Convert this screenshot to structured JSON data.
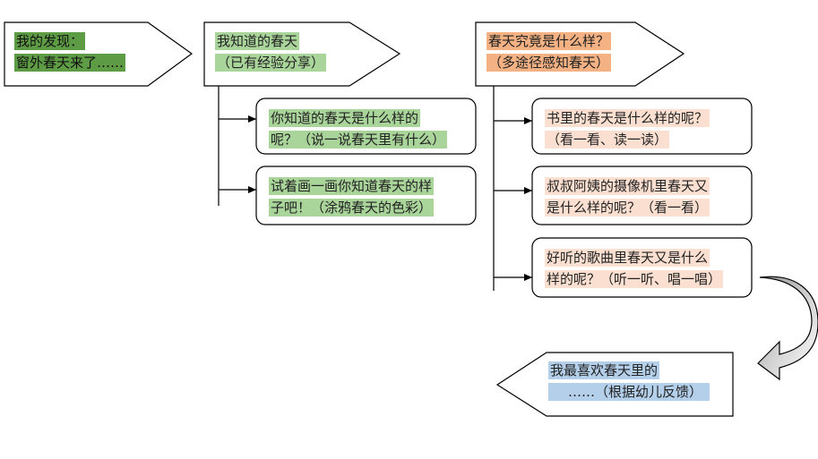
{
  "nodes": {
    "discovery": {
      "line1": "我的发现：",
      "line2": "窗外春天来了……"
    },
    "known_spring": {
      "line1": "我知道的春天",
      "line2": "（已有经验分享）"
    },
    "what_spring": {
      "line1": "春天究竟是什么样？",
      "line2": "（多途径感知春天）"
    },
    "known_q1": {
      "line1": "你知道的春天是什么样的",
      "line2": "呢？（说一说春天里有什么）"
    },
    "known_q2": {
      "line1": "试着画一画你知道春天的样",
      "line2": "子吧！（涂鸦春天的色彩）"
    },
    "what_q1": {
      "line1": "书里的春天是什么样的呢？",
      "line2": "（看一看、读一读）"
    },
    "what_q2": {
      "line1": "叔叔阿姨的摄像机里春天又",
      "line2": "是什么样的呢？（看一看）"
    },
    "what_q3": {
      "line1": "好听的歌曲里春天又是什么",
      "line2": "样的呢？（听一听、唱一唱）"
    },
    "favorite": {
      "line1": "我最喜欢春天里的",
      "line2": "……（根据幼儿反馈）"
    }
  },
  "colors": {
    "green_dark": "#5e9b45",
    "green_light": "#a9d49a",
    "orange_dark": "#f4b183",
    "orange_light": "#fbe0d1",
    "blue_light": "#b4cfe9",
    "curved_arrow_fill": "#a6a6a6"
  }
}
